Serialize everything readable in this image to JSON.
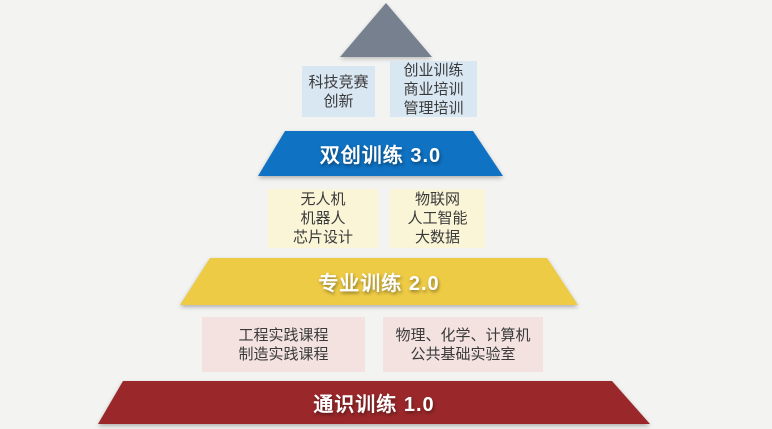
{
  "canvas": {
    "background_color": "#f3f3f2"
  },
  "pyramid": {
    "apex": {
      "color": "#76808f"
    },
    "label_text_color": "#ffffff",
    "levels": [
      {
        "band": {
          "label": "双创训练 3.0",
          "color": "#0f72c2"
        },
        "boxes": {
          "left": {
            "text": "科技竞赛\n创新",
            "bg": "#d9e7f2"
          },
          "right": {
            "text": "创业训练\n商业培训\n管理培训",
            "bg": "#d9e7f2"
          }
        }
      },
      {
        "band": {
          "label": "专业训练 2.0",
          "color": "#eecb45"
        },
        "boxes": {
          "left": {
            "text": "无人机\n机器人\n芯片设计",
            "bg": "#fbf5d8"
          },
          "right": {
            "text": "物联网\n人工智能\n大数据",
            "bg": "#fbf5d8"
          }
        }
      },
      {
        "band": {
          "label": "通识训练 1.0",
          "color": "#9a282a"
        },
        "boxes": {
          "left": {
            "text": "工程实践课程\n制造实践课程",
            "bg": "#f3e2e0"
          },
          "right": {
            "text": "物理、化学、计算机\n公共基础实验室",
            "bg": "#f3e2e0"
          }
        }
      }
    ]
  }
}
